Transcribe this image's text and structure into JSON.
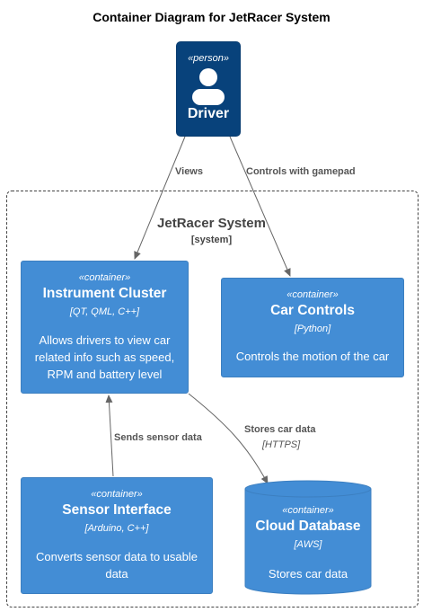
{
  "title": "Container Diagram for JetRacer System",
  "person": {
    "stereotype": "«person»",
    "name": "Driver",
    "icon": "person-icon"
  },
  "boundary": {
    "name": "JetRacer System",
    "type": "[system]"
  },
  "containers": {
    "instrument_cluster": {
      "stereotype": "«container»",
      "name": "Instrument Cluster",
      "tech": "[QT, QML, C++]",
      "desc_lines": [
        "Allows drivers to view car",
        "related info such as speed,",
        "RPM and battery level"
      ]
    },
    "car_controls": {
      "stereotype": "«container»",
      "name": "Car Controls",
      "tech": "[Python]",
      "desc_lines": [
        "Controls the motion of the car"
      ]
    },
    "sensor_interface": {
      "stereotype": "«container»",
      "name": "Sensor Interface",
      "tech": "[Arduino, C++]",
      "desc_lines": [
        "Converts sensor data to usable",
        "data"
      ]
    },
    "cloud_database": {
      "stereotype": "«container»",
      "name": "Cloud Database",
      "tech": "[AWS]",
      "desc_lines": [
        "Stores car data"
      ]
    }
  },
  "relations": {
    "views": "Views",
    "controls": "Controls with gamepad",
    "sends": "Sends sensor data",
    "stores": "Stores car data",
    "stores_tech": "[HTTPS]"
  },
  "colors": {
    "person_fill": "#08427b",
    "container_fill": "#438dd5",
    "edge": "#666666"
  }
}
